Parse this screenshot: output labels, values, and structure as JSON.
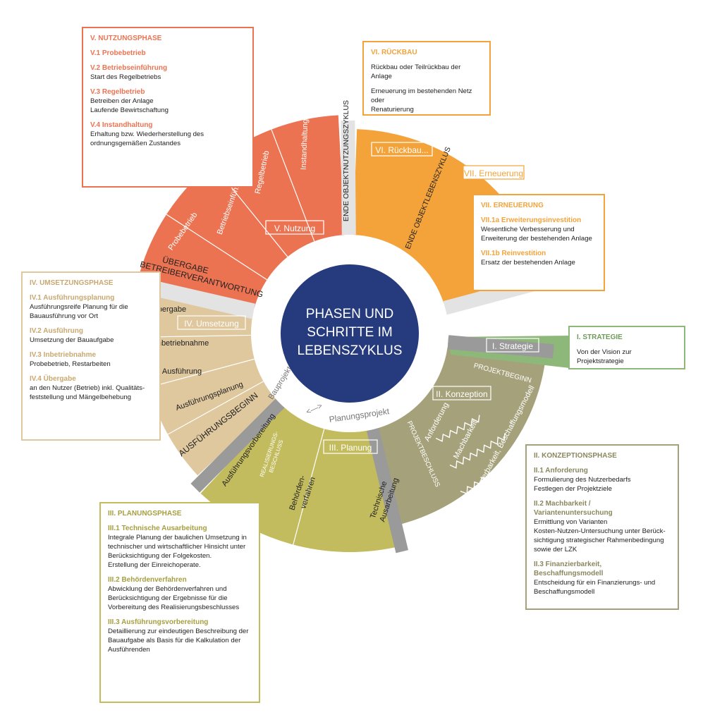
{
  "center": {
    "line1": "PHASEN UND",
    "line2": "SCHRITTE IM",
    "line3": "LEBENSZYKLUS",
    "bg": "#263a7e"
  },
  "colors": {
    "nutzung": "#ec7352",
    "rueckbau": "#f3a33a",
    "strategie": "#8eb77a",
    "konzeption": "#a5a27b",
    "planung": "#c3bc5e",
    "umsetzung": "#dfc79e",
    "milestone": "#9a9a9a",
    "milestone_light": "#e3e3e3"
  },
  "phase_labels": {
    "nutzung": "V. Nutzung",
    "rueckbau": "VI. Rückbau...",
    "erneuerung": "VII. Erneuerung",
    "strategie": "I. Strategie",
    "konzeption": "II. Konzeption",
    "planung": "III. Planung",
    "umsetzung": "IV. Umsetzung"
  },
  "segments": {
    "nutzung": [
      "Probebetrieb",
      "Betriebseinführung",
      "Regelbetrieb",
      "Instandhaltung"
    ],
    "konzeption": [
      "Anforderung",
      "Machbarkeit",
      "Finanzierbarkeit, Beschaffungsmodell"
    ],
    "planung": [
      "Ausführungsvorbereitung",
      "Behörden-",
      "verfahren",
      "Technische",
      "Ausarbeitung"
    ],
    "umsetzung": [
      "Übergabe",
      "Inbetriebnahme",
      "Ausführung",
      "Ausführungsplanung"
    ]
  },
  "milestones": {
    "ende_objektnutzung": "ENDE OBJEKTNUTZUNGSZYKLUS",
    "ende_objektleben": "ENDE OBJEKTLEBENSZYKLUS",
    "projektbeginn": "PROJEKTBEGINN",
    "projektbeschluss": "PROJEKTBESCHLUSS",
    "realisierung_1": "REALISIERUNGS-",
    "realisierung_2": "BESCHLUSS",
    "ausfuehrungsbeginn": "AUSFÜHRUNGSBEGINN",
    "uebergabe_1": "ÜBERGABE",
    "uebergabe_2": "BETREIBERVERANTWORTUNG"
  },
  "inner_ring": {
    "bauprojekt": "Bauprojekt",
    "arrow": "<—>",
    "planungsprojekt": "Planungsprojekt"
  },
  "boxes": {
    "v": {
      "heading": "V. NUTZUNGSPHASE",
      "items": [
        {
          "title": "V.1 Probebetrieb",
          "desc": ""
        },
        {
          "title": "V.2 Betriebseinführung",
          "desc": "Start des Regelbetriebs"
        },
        {
          "title": "V.3 Regelbetrieb",
          "desc": "Betreiben der Anlage\nLaufende Bewirtschaftung"
        },
        {
          "title": "V.4 Instandhaltung",
          "desc": "Erhaltung bzw. Wiederherstellung des\nordnungsgemäßen Zustandes"
        }
      ]
    },
    "vi": {
      "heading": "VI. RÜCKBAU",
      "items": [
        {
          "title": "",
          "desc": "Rückbau oder Teilrückbau der Anlage"
        },
        {
          "title": "",
          "desc": "Erneuerung im bestehenden Netz oder\nRenaturierung"
        }
      ]
    },
    "vii": {
      "heading": "VII. ERNEUERUNG",
      "items": [
        {
          "title": "VII.1a Erweiterungsinvestition",
          "desc": "Wesentliche Verbesserung und\nErweiterung der bestehenden Anlage"
        },
        {
          "title": "VII.1b Reinvestition",
          "desc": "Ersatz der bestehenden Anlage"
        }
      ]
    },
    "i": {
      "heading": "I. STRATEGIE",
      "items": [
        {
          "title": "",
          "desc": "Von der Vision zur Projektstrategie"
        }
      ]
    },
    "ii": {
      "heading": "II. KONZEPTIONSPHASE",
      "items": [
        {
          "title": "II.1 Anforderung",
          "desc": "Formulierung des Nutzerbedarfs\nFestlegen der Projektziele"
        },
        {
          "title": "II.2 Machbarkeit / Variantenuntersuchung",
          "desc": "Ermittlung von Varianten\nKosten-Nutzen-Untersuchung unter Berück-\nsichtigung strategischer Rahmenbedingung\nsowie der LZK"
        },
        {
          "title": "II.3 Finanzierbarkeit, Beschaffungsmodell",
          "desc": "Entscheidung für ein Finanzierungs- und\nBeschaffungsmodell"
        }
      ]
    },
    "iii": {
      "heading": "III. PLANUNGSPHASE",
      "items": [
        {
          "title": "III.1 Technische Ausarbeitung",
          "desc": "Integrale Planung der baulichen Umsetzung in\ntechnischer und wirtschaftlicher Hinsicht unter\nBerücksichtigung der Folgekosten.\nErstellung der Einreichoperate."
        },
        {
          "title": "III.2 Behördenverfahren",
          "desc": "Abwicklung der Behördenverfahren und\nBerücksichtigung der Ergebnisse für die\nVorbereitung des Realisierungsbeschlusses"
        },
        {
          "title": "III.3 Ausführungsvorbereitung",
          "desc": "Detaillierung zur eindeutigen Beschreibung der\nBauaufgabe als Basis für die Kalkulation der\nAusführenden"
        }
      ]
    },
    "iv": {
      "heading": "IV. UMSETZUNGSPHASE",
      "items": [
        {
          "title": "IV.1 Ausführungsplanung",
          "desc": "Ausführungsreife Planung für die\nBauausführung vor Ort"
        },
        {
          "title": "IV.2 Ausführung",
          "desc": "Umsetzung der Bauaufgabe"
        },
        {
          "title": "IV.3 Inbetriebnahme",
          "desc": "Probebetrieb, Restarbeiten"
        },
        {
          "title": "IV.4 Übergabe",
          "desc": "an den Nutzer (Betrieb) inkl. Qualitäts-\nfeststellung und Mängelbehebung"
        }
      ]
    }
  }
}
